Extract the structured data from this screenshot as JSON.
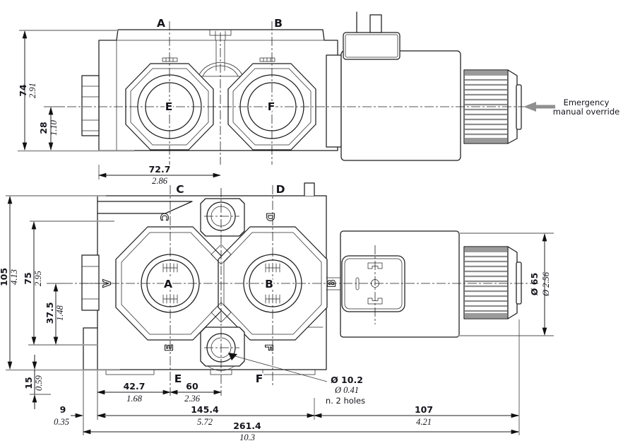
{
  "drawing_type": "hydraulic solenoid valve 2-view technical drawing",
  "colors": {
    "port_label_red": "#9e1f1f",
    "line": "#1c1c1c",
    "gray_line": "#8f8f8f"
  },
  "top_view": {
    "ports": {
      "a": "A",
      "b": "B",
      "e": "E",
      "f": "F"
    },
    "dims": {
      "height": {
        "mm": "74",
        "inch": "2.91"
      },
      "port_height": {
        "mm": "28",
        "inch": "1.10"
      },
      "port_center": {
        "mm": "72.7",
        "inch": "2.86"
      }
    },
    "override_note": {
      "line1": "Emergency",
      "line2": "manual override"
    }
  },
  "bottom_view": {
    "ports": {
      "c": "C",
      "d": "D",
      "a": "A",
      "b": "B",
      "e": "E",
      "f": "F"
    },
    "stamps": {
      "c": "C",
      "d": "D",
      "a": "A",
      "b": "B",
      "e": "E",
      "f": "F"
    },
    "dims": {
      "total_height": {
        "mm": "105",
        "inch": "4.13"
      },
      "upper_height": {
        "mm": "75",
        "inch": "2.95"
      },
      "center_height": {
        "mm": "37.5",
        "inch": "1.48"
      },
      "base_height": {
        "mm": "15",
        "inch": "0.59"
      },
      "base_offset": {
        "mm": "9",
        "inch": "0.35"
      },
      "port_a_offset": {
        "mm": "42.7",
        "inch": "1.68"
      },
      "port_spacing": {
        "mm": "60",
        "inch": "2.36"
      },
      "body_length": {
        "mm": "145.4",
        "inch": "5.72"
      },
      "solenoid_length": {
        "mm": "107",
        "inch": "4.21"
      },
      "total_length": {
        "mm": "261.4",
        "inch": "10.3"
      },
      "coil_diameter": {
        "mm": "Ø 65",
        "inch": "Ø 2.56"
      }
    },
    "hole_callout": {
      "dia_mm": "Ø 10.2",
      "dia_in": "Ø 0.41",
      "note": "n. 2 holes"
    }
  }
}
